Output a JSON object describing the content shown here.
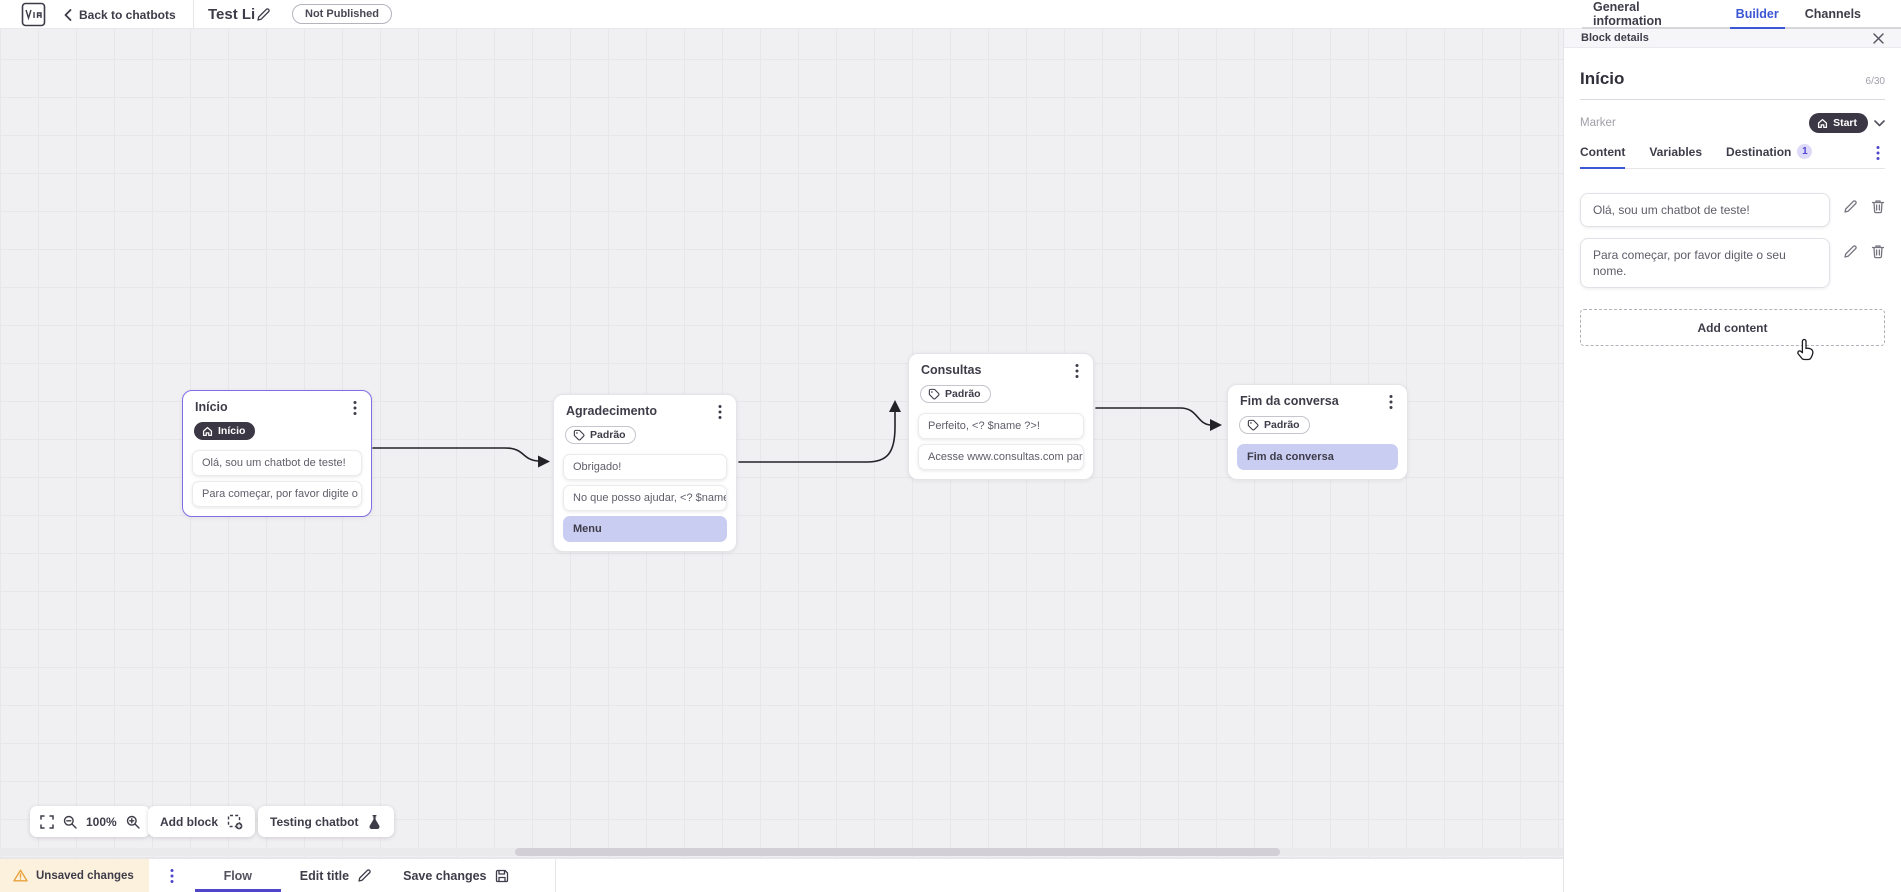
{
  "top_bar": {
    "back_label": "Back to chatbots",
    "title": "Test Li",
    "status_badge": "Not Published",
    "tabs": [
      {
        "label": "General information"
      },
      {
        "label": "Builder"
      },
      {
        "label": "Channels"
      }
    ]
  },
  "canvas": {
    "nodes": [
      {
        "title": "Início",
        "tag": "Início",
        "items": [
          "Olá, sou um chatbot de teste!",
          "Para começar, por favor digite o ..."
        ]
      },
      {
        "title": "Agradecimento",
        "tag": "Padrão",
        "items": [
          "Obrigado!",
          "No que posso ajudar, <? $name ...",
          "Menu"
        ]
      },
      {
        "title": "Consultas",
        "tag": "Padrão",
        "items": [
          "Perfeito, <? $name ?>!",
          "Acesse www.consultas.com par..."
        ]
      },
      {
        "title": "Fim da conversa",
        "tag": "Padrão",
        "items": [
          "Fim da conversa"
        ]
      }
    ]
  },
  "toolbar": {
    "zoom_level": "100%",
    "add_block_label": "Add block",
    "testing_label": "Testing chatbot"
  },
  "panel": {
    "header": "Block details",
    "title": "Início",
    "char_counter": "6/30",
    "marker_label": "Marker",
    "marker_value": "Start",
    "tabs": [
      {
        "label": "Content"
      },
      {
        "label": "Variables"
      },
      {
        "label": "Destination",
        "badge": "1"
      }
    ],
    "contents": [
      "Olá, sou um chatbot de teste!",
      "Para começar, por favor digite o seu nome."
    ],
    "add_content_label": "Add content"
  },
  "bottom_bar": {
    "unsaved_label": "Unsaved changes",
    "flow_tab": "Flow",
    "edit_title_label": "Edit title",
    "save_label": "Save changes"
  },
  "colors": {
    "accent": "#3d56d4",
    "selection": "#7e6fe6",
    "dark_pill": "#3b3745",
    "purple_box": "#c9cdf2",
    "warning_bg": "#fcf1dc",
    "warning_icon": "#e8a33d"
  }
}
